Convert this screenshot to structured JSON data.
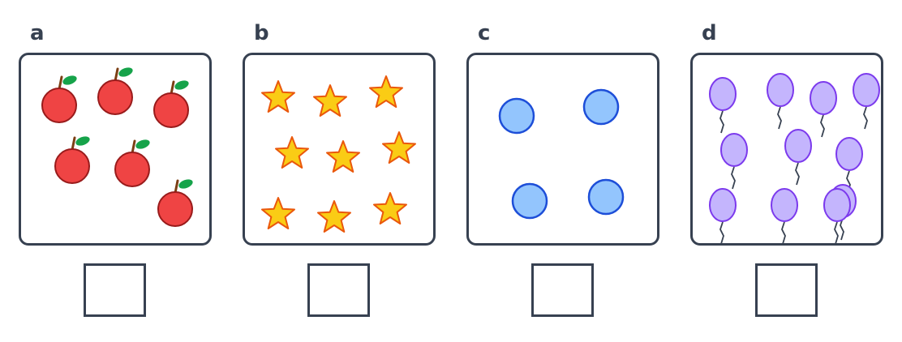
{
  "panels": [
    {
      "letter": "a",
      "object_icon": "apple-icon",
      "fill_color": "#ef4444",
      "stroke_color": "#991b1b",
      "leaf_color": "#16a34a",
      "stem_color": "#7c3f14",
      "count": 6,
      "answer": ""
    },
    {
      "letter": "b",
      "object_icon": "star-icon",
      "fill_color": "#facc15",
      "stroke_color": "#ea580c",
      "count": 9,
      "answer": ""
    },
    {
      "letter": "c",
      "object_icon": "circle-icon",
      "fill_color": "#93c5fd",
      "stroke_color": "#1d4ed8",
      "count": 4,
      "answer": ""
    },
    {
      "letter": "d",
      "object_icon": "balloon-icon",
      "fill_color": "#c4b5fd",
      "stroke_color": "#7c3aed",
      "string_color": "#374151",
      "count": 11,
      "answer": ""
    }
  ]
}
